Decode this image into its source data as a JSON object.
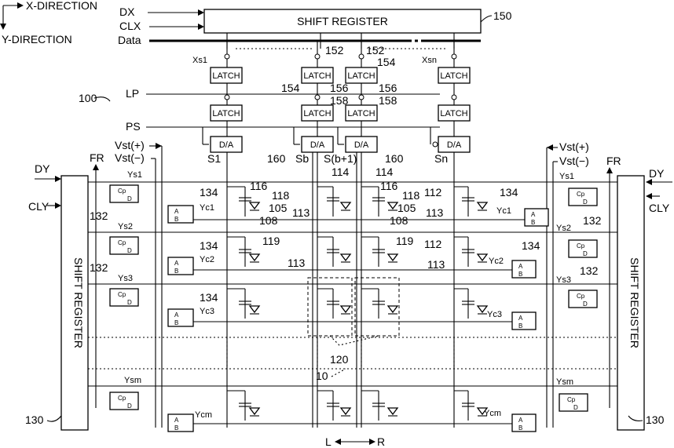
{
  "directions": {
    "x": "X-DIRECTION",
    "y": "Y-DIRECTION",
    "lr_left": "L",
    "lr_right": "R"
  },
  "top_block": {
    "label": "SHIFT REGISTER",
    "ref": "150",
    "inputs": [
      "DX",
      "CLX",
      "Data"
    ],
    "switch_labels": [
      "Xs1",
      "Xsn"
    ],
    "latch": "LATCH",
    "dac": "D/A",
    "signals": [
      "LP",
      "PS"
    ]
  },
  "side_blocks": {
    "label": "SHIFT REGISTER",
    "ref": "130",
    "left_inputs": [
      "DY",
      "CLY"
    ],
    "right_inputs": [
      "DY",
      "CLY"
    ],
    "fr": "FR",
    "vst_plus": "Vst(+)",
    "vst_minus": "Vst(−)",
    "ff_cp": "Cp",
    "ff_d": "D",
    "gate_a": "A",
    "gate_b": "B"
  },
  "columns": [
    "S1",
    "Sb",
    "S(b+1)",
    "Sn"
  ],
  "rows_ys": [
    "Ys1",
    "Ys2",
    "Ys3",
    "Ysm"
  ],
  "rows_yc": [
    "Yc1",
    "Yc2",
    "Yc3",
    "Ycm"
  ],
  "refs": {
    "r100": "100",
    "r152": "152",
    "r154": "154",
    "r156": "156",
    "r158": "158",
    "r160": "160",
    "r114": "114",
    "r116": "116",
    "r118": "118",
    "r105": "105",
    "r108": "108",
    "r113": "113",
    "r112": "112",
    "r119": "119",
    "r132": "132",
    "r134": "134",
    "r120": "120",
    "r10": "10"
  },
  "colors": {
    "ink": "#000000",
    "paper": "#ffffff"
  }
}
